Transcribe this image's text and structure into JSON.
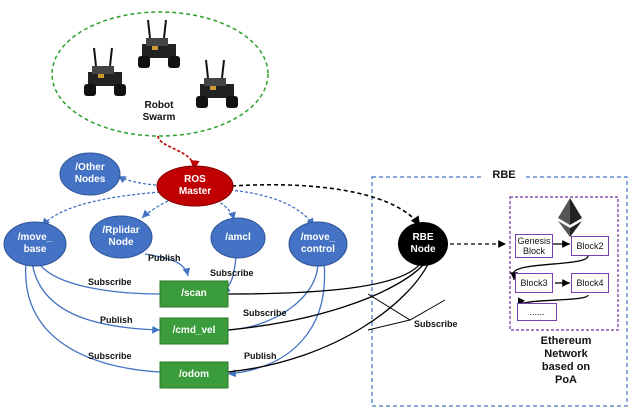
{
  "swarm": {
    "label_line1": "Robot",
    "label_line2": "Swarm"
  },
  "nodes": {
    "ros_master": {
      "line1": "ROS",
      "line2": "Master"
    },
    "other_nodes": {
      "line1": "/Other",
      "line2": "Nodes"
    },
    "move_base": {
      "line1": "/move_",
      "line2": "base"
    },
    "rplidar": {
      "line1": "/Rplidar",
      "line2": "Node"
    },
    "amcl": {
      "line1": "/amcl"
    },
    "move_control": {
      "line1": "/move_",
      "line2": "control"
    },
    "rbe_node": {
      "line1": "RBE",
      "line2": "Node"
    }
  },
  "topics": {
    "scan": "/scan",
    "cmd_vel": "/cmd_vel",
    "odom": "/odom"
  },
  "edge_labels": {
    "publish_rplidar": "Publish",
    "subscribe_amcl": "Subscribe",
    "subscribe_base_scan": "Subscribe",
    "publish_base_cmd": "Publish",
    "subscribe_control_cmd": "Subscribe",
    "subscribe_base_odom": "Subscribe",
    "publish_control_odom": "Publish",
    "subscribe_rbe": "Subscribe"
  },
  "rbe": {
    "title": "RBE",
    "blocks": {
      "genesis_line1": "Genesis",
      "genesis_line2": "Block",
      "block2": "Block2",
      "block3": "Block3",
      "block4": "Block4",
      "more": "......"
    },
    "network_line1": "Ethereum",
    "network_line2": "Network",
    "network_line3": "based on",
    "network_line4": "PoA"
  },
  "colors": {
    "node_blue": "#4472c4",
    "topic_green": "#3a9c3a",
    "master_red": "#c00000",
    "rbe_black": "#000000",
    "swarm_dash": "#2ca02c",
    "rbe_border": "#4472c4",
    "chain_border": "#7030a0"
  }
}
